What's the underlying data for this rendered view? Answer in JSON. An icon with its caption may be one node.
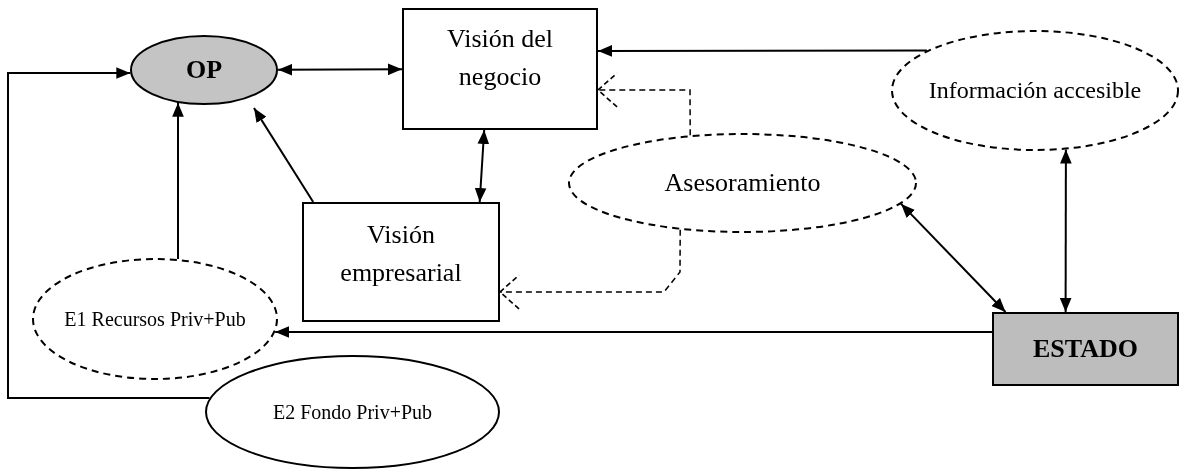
{
  "diagram": {
    "nodes": [
      {
        "text": [
          "OP"
        ]
      },
      {
        "text": [
          "Visión del negocio"
        ]
      },
      {
        "text": [
          "Información accesible"
        ]
      },
      {
        "text": [
          "Asesoramiento"
        ]
      },
      {
        "text": [
          "Visión empresarial"
        ]
      },
      {
        "text": [
          "E1 Recursos Priv+Pub"
        ]
      },
      {
        "text": [
          "ESTADO"
        ]
      },
      {
        "text": [
          "E2 Fondo Priv+Pub"
        ]
      }
    ],
    "edges": [
      {
        "from": 0,
        "to": 1,
        "arrow": "both"
      },
      {
        "from": 2,
        "to": 1,
        "arrow": "to"
      },
      {
        "from": 4,
        "to": 0,
        "arrow": "to"
      },
      {
        "from": 1,
        "to": 4,
        "arrow": "both"
      },
      {
        "from": 3,
        "to": 6,
        "arrow": "both"
      },
      {
        "from": 2,
        "to": 6,
        "arrow": "both"
      },
      {
        "from": 6,
        "to": 5,
        "arrow": "to"
      },
      {
        "from": 5,
        "to": 0,
        "arrow": "to"
      },
      {
        "from": 7,
        "to": 0,
        "arrow": "to"
      },
      {
        "from": 3,
        "to": 1,
        "arrow": "to",
        "style": "dashed"
      },
      {
        "from": 3,
        "to": 4,
        "arrow": "to",
        "style": "dashed"
      }
    ]
  }
}
